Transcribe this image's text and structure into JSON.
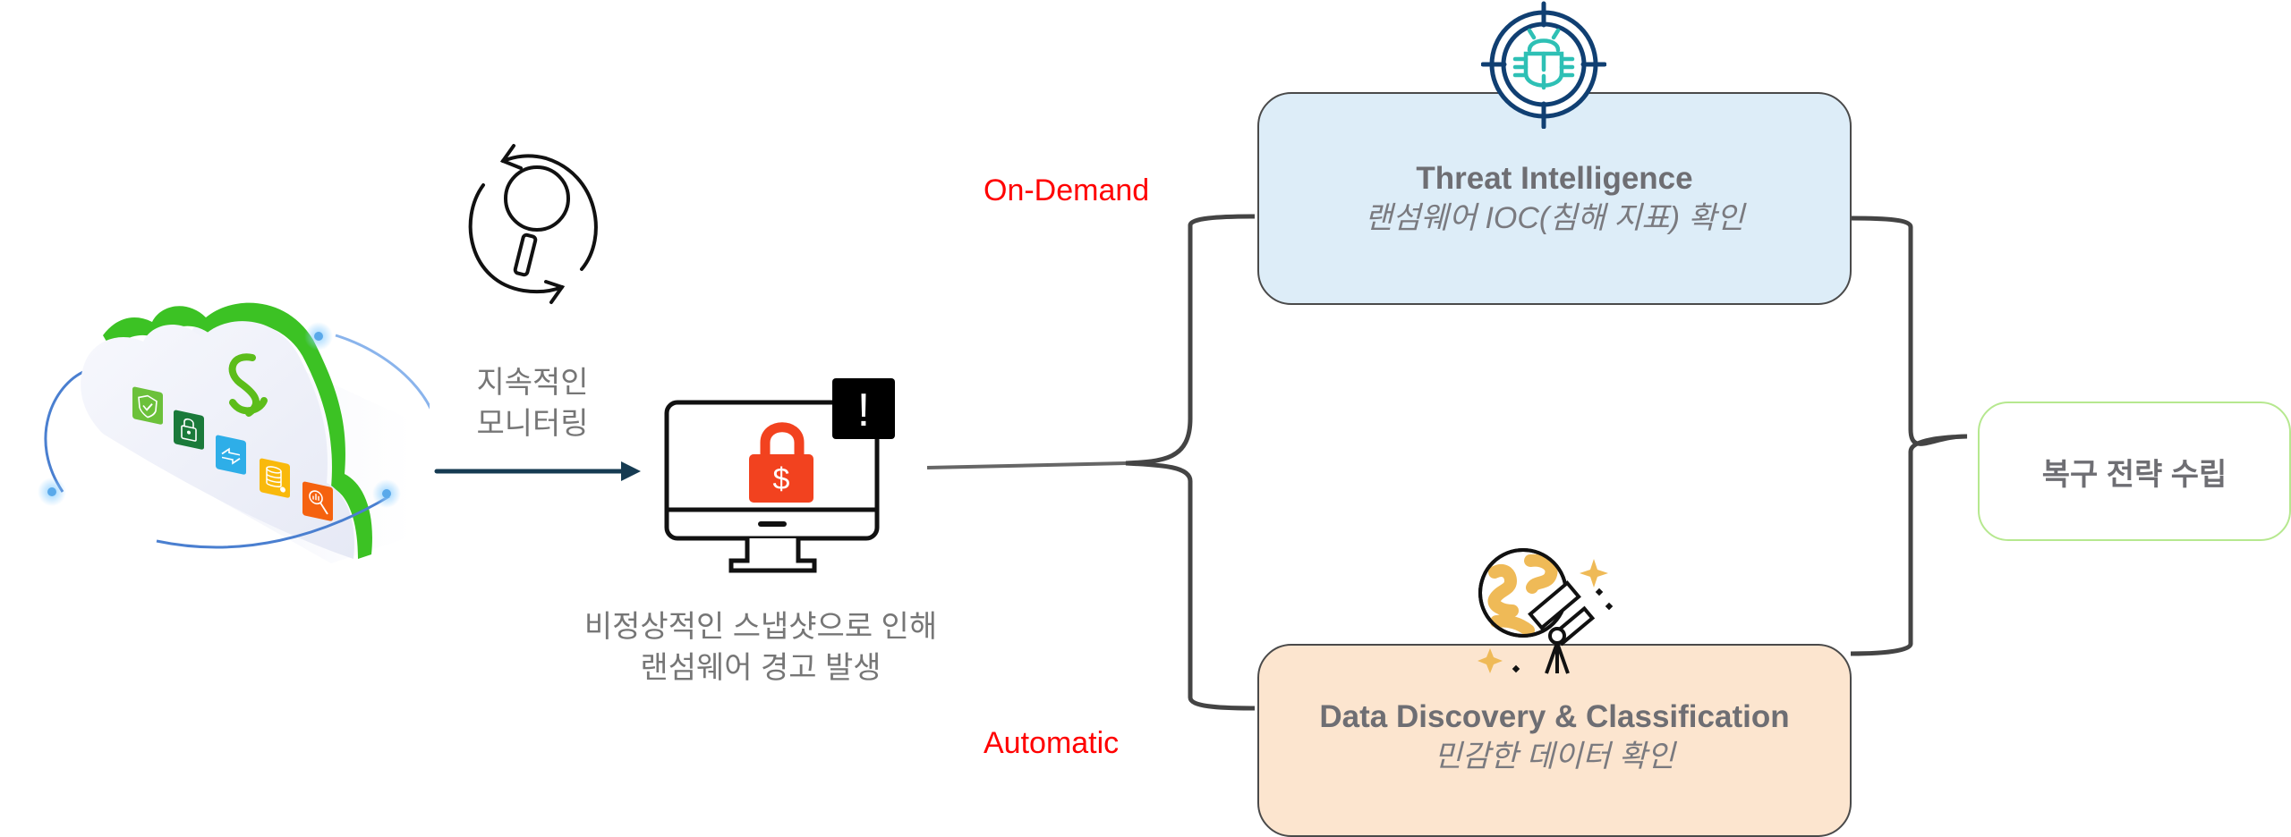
{
  "diagram": {
    "source": {
      "name": "cloud-platform",
      "logo_letter": "S",
      "feature_icons": [
        "shield-check-icon",
        "lock-icon",
        "sync-arrows-icon",
        "database-gear-icon",
        "analytics-search-icon"
      ],
      "colors": {
        "accent_green": "#3cc224",
        "orbit_blue": "#4a7fd0"
      }
    },
    "monitoring": {
      "icon": "refresh-search-icon",
      "label_line1": "지속적인",
      "label_line2": "모니터링",
      "arrow_color": "#163b52"
    },
    "alert": {
      "icon": "ransomware-monitor-icon",
      "badge_symbol": "!",
      "lock_symbol": "$",
      "lock_color": "#f2421f",
      "caption_line1": "비정상적인 스냅샷으로 인해",
      "caption_line2": "랜섬웨어 경고 발생"
    },
    "modes": {
      "on_demand": "On-Demand",
      "automatic": "Automatic",
      "color": "#ff0000"
    },
    "branches": [
      {
        "id": "threat-intelligence",
        "title": "Threat Intelligence",
        "subtitle": "랜섬웨어 IOC(침해 지표) 확인",
        "icon": "bug-target-icon",
        "fill": "#ddedf8"
      },
      {
        "id": "data-discovery",
        "title": "Data Discovery & Classification",
        "subtitle": "민감한 데이터 확인",
        "icon": "telescope-planet-icon",
        "fill": "#fce5cf"
      }
    ],
    "result": {
      "label": "복구 전략 수립",
      "border": "#b6e88f"
    }
  }
}
